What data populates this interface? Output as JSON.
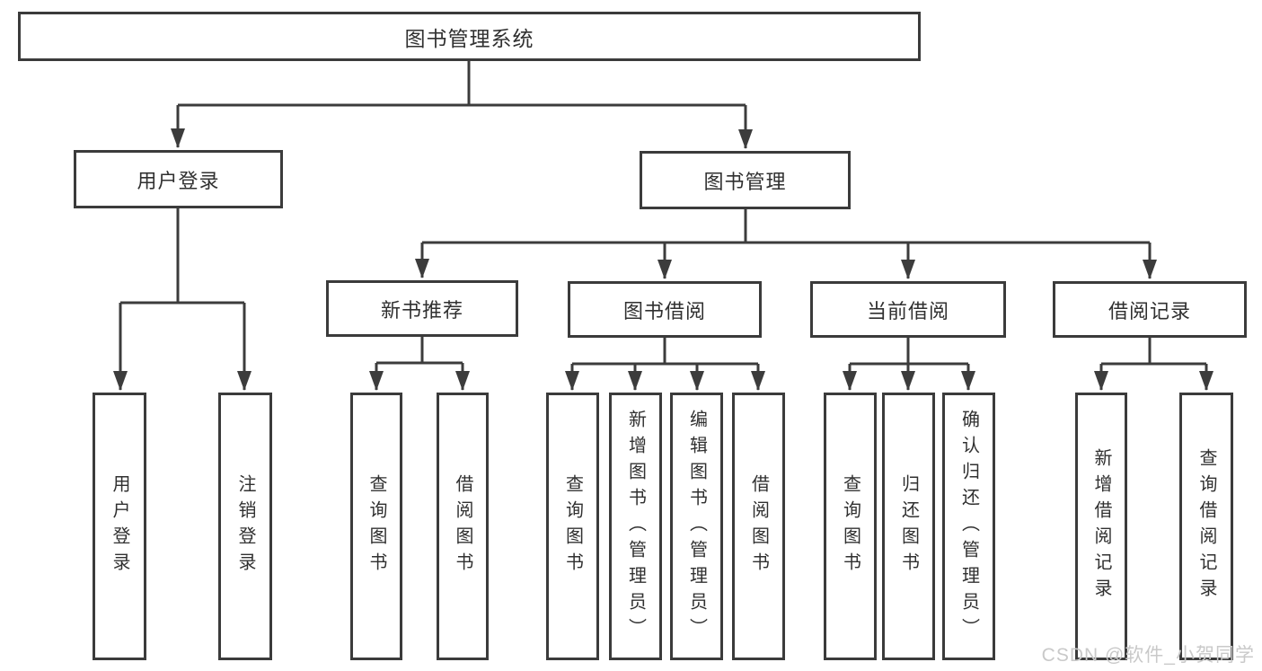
{
  "diagram": {
    "type": "hierarchy-tree",
    "colors": {
      "line": "#3c3c3c",
      "border": "#3b3b3b",
      "text": "#303030",
      "watermark": "#c9c9c9",
      "background": "#ffffff"
    }
  },
  "nodes": {
    "root": "图书管理系统",
    "user_login": "用户登录",
    "book_mgmt": "图书管理",
    "new_book": "新书推荐",
    "book_borrow": "图书借阅",
    "current_borrow": "当前借阅",
    "borrow_records": "借阅记录",
    "login_leaves": [
      "用户登录",
      "注销登录"
    ],
    "new_book_leaves": [
      "查询图书",
      "借阅图书"
    ],
    "book_borrow_leaves": [
      "查询图书",
      "新增图书（管理员）",
      "编辑图书（管理员）",
      "借阅图书"
    ],
    "current_borrow_leaves": [
      "查询图书",
      "归还图书",
      "确认归还（管理员）"
    ],
    "borrow_records_leaves": [
      "新增借阅记录",
      "查询借阅记录"
    ]
  },
  "watermark": "CSDN @软件_小贺同学"
}
